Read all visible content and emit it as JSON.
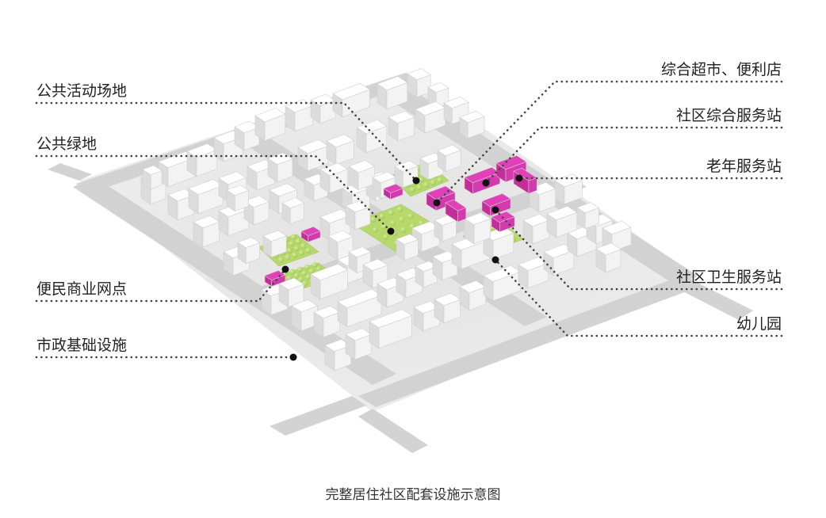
{
  "labels": {
    "public_activity": "公共活动场地",
    "public_green": "公共绿地",
    "convenience_shops": "便民商业网点",
    "municipal": "市政基础设施",
    "supermarket": "综合超市、便利店",
    "community_service": "社区综合服务站",
    "elderly_service": "老年服务站",
    "health_station": "社区卫生服务站",
    "kindergarten": "幼儿园"
  },
  "caption": "完整居住社区配套设施示意图",
  "colors": {
    "facility_magenta": "#e040b8",
    "green_space": "#b7d86a",
    "road": "#d4d4d4",
    "building_top": "#ffffff",
    "building_side": "#dcdcdc",
    "leader": "#444444"
  }
}
